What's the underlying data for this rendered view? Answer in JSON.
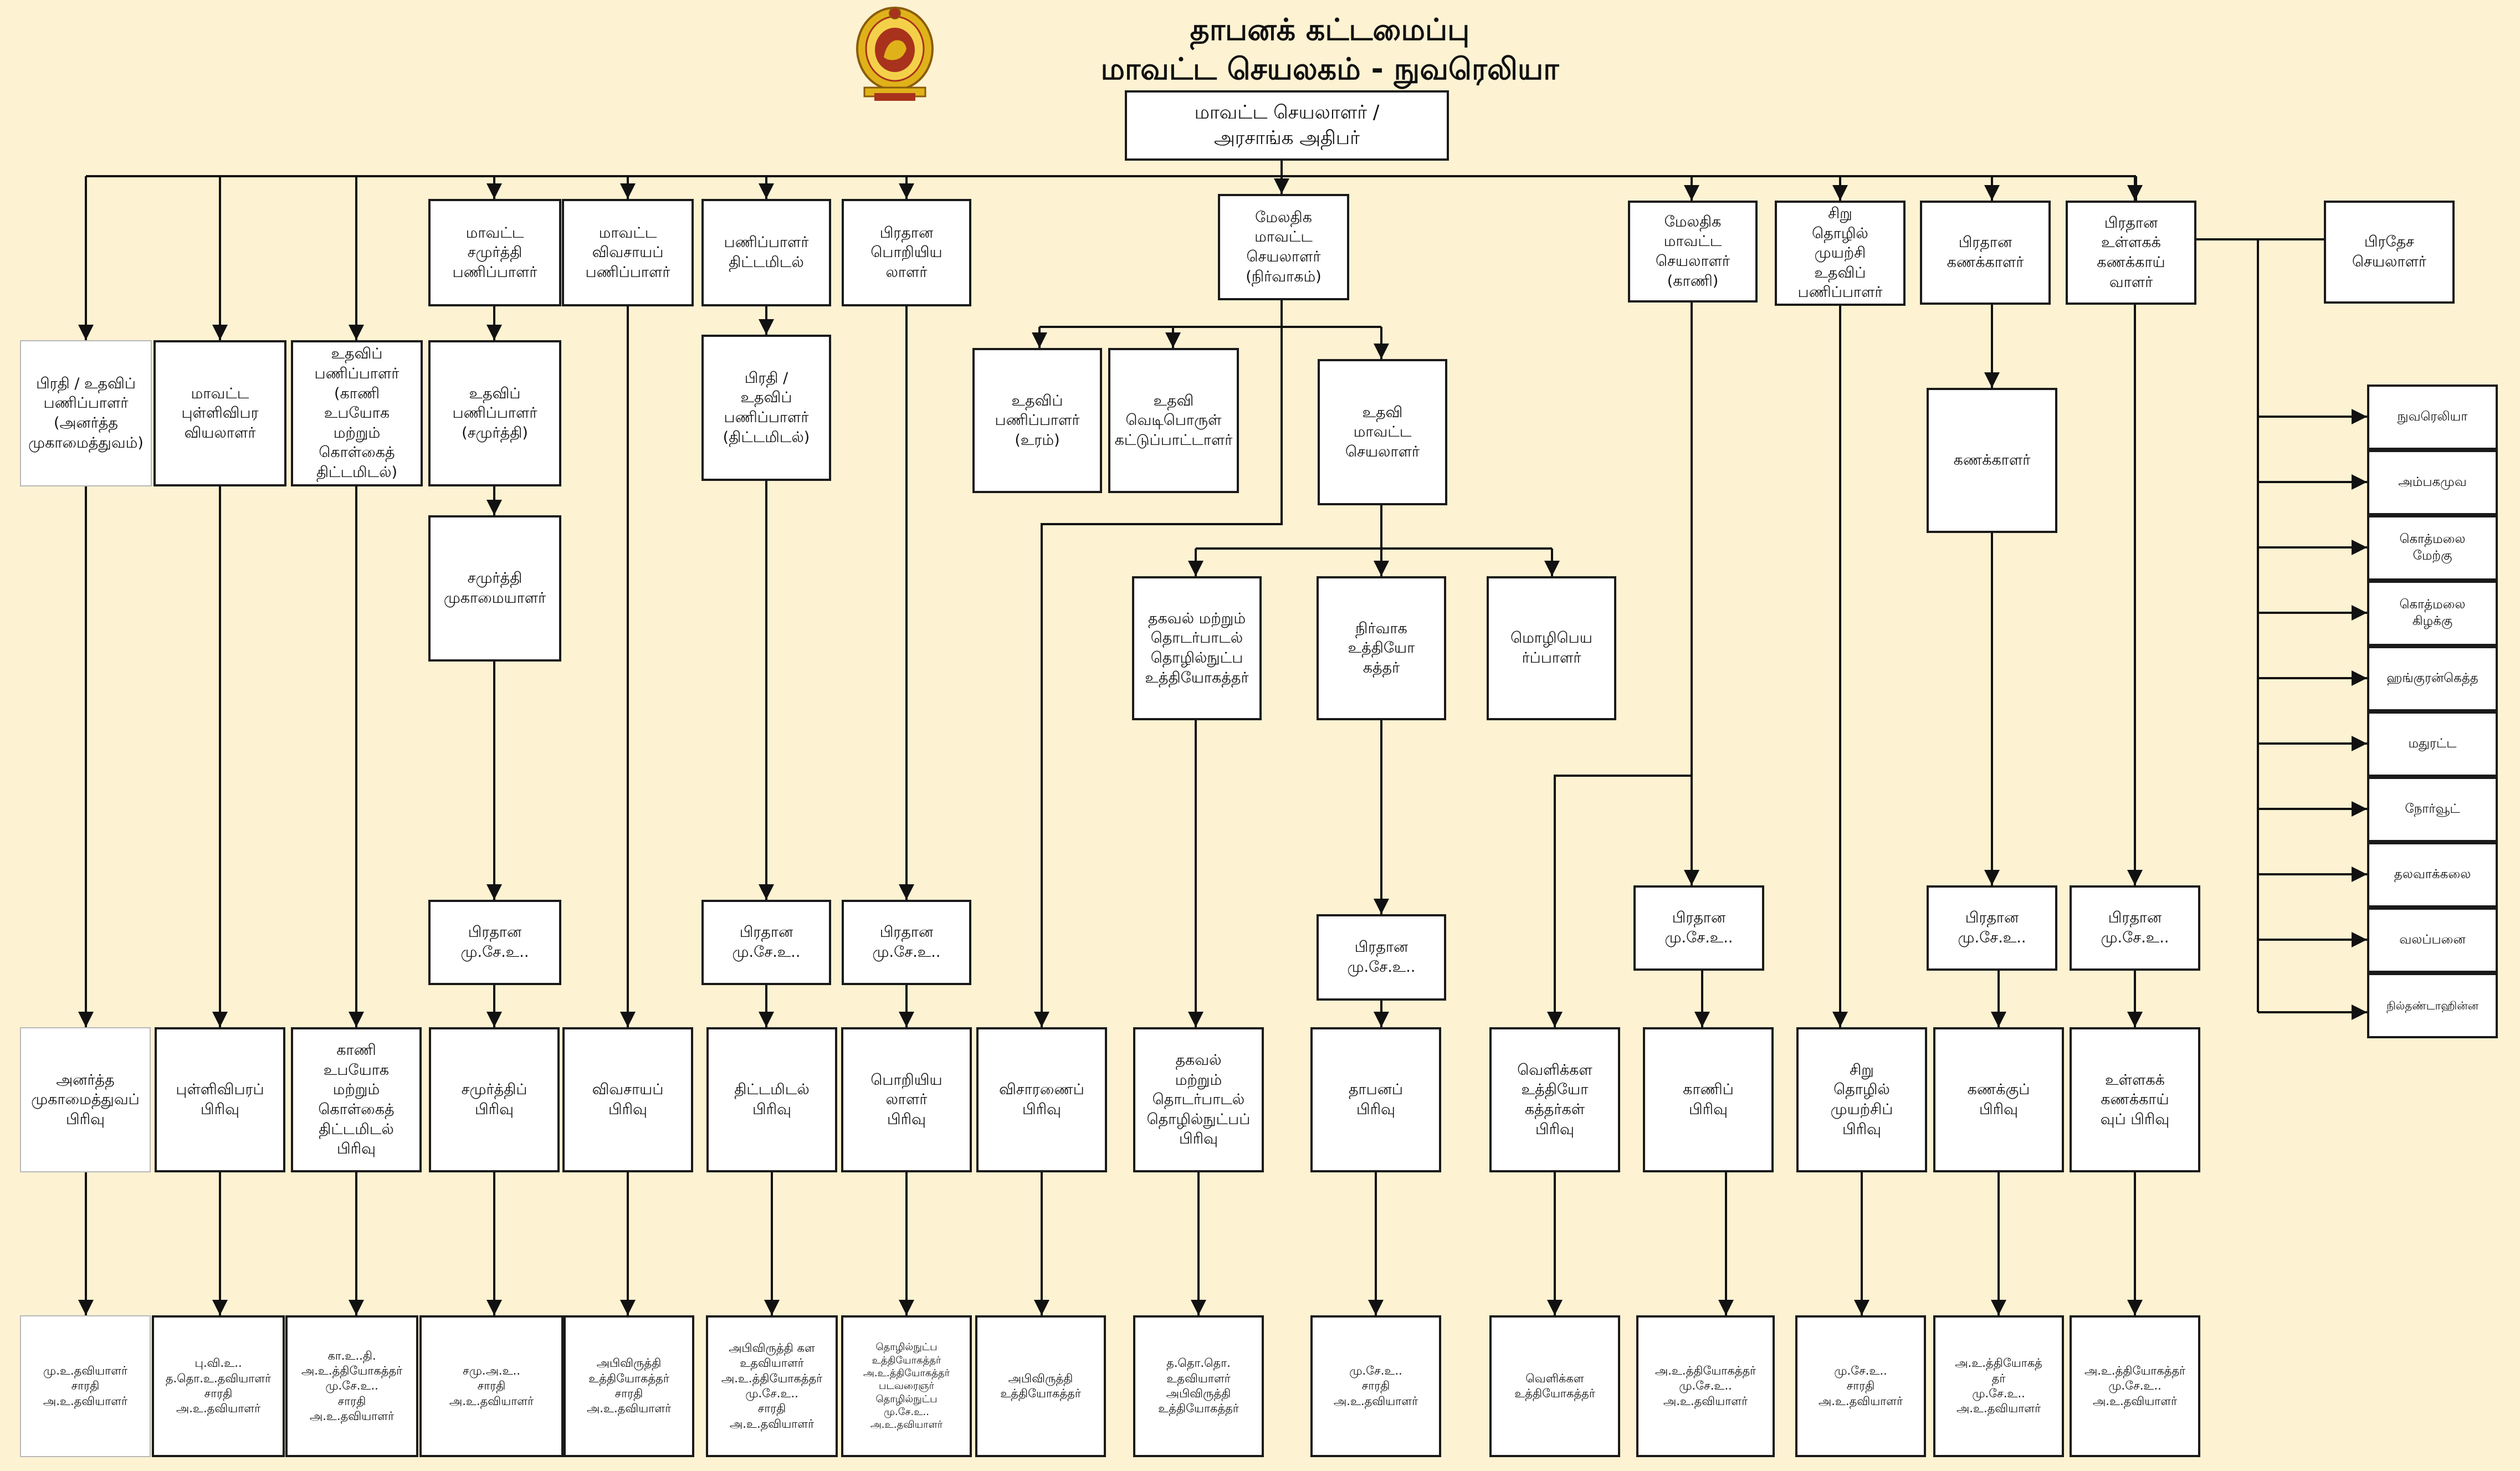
{
  "title": "தாபனக் கட்டமைப்பு\nமாவட்ட செயலகம் - நுவரெலியா",
  "ceo": "மாவட்ட செயலாளர் /\nஅரசாங்க அதிபர்",
  "colors": {
    "background": "#fdf2d2",
    "box": "#ffffff",
    "border": "#1a1a1a",
    "emblem_gold": "#e0b21a",
    "emblem_red": "#a8321c"
  },
  "icons": {
    "emblem": "sri-lanka-emblem-icon"
  },
  "divisional_secretaries": {
    "head": "பிரதேச\nசெயலாளர்",
    "items": [
      "நுவரெலியா",
      "அம்பகமுவ",
      "கொத்மலை\nமேற்கு",
      "கொத்மலை\nகிழக்கு",
      "ஹங்குரன்கெத்த",
      "மதுரட்ட",
      "நோர்வூட்",
      "தலவாக்கலை",
      "வலப்பனை",
      "நில்தண்டாஹின்ன"
    ]
  },
  "boxes": {
    "b1": "பிரதி / உதவிப்\nபணிப்பாளர்\n(அனர்த்த\nமுகாமைத்துவம்)",
    "b2": "மாவட்ட\nபுள்ளிவிபர\nவியலாளர்",
    "b3": "உதவிப்\nபணிப்பாளர்\n(காணி\nஉபயோக\nமற்றும்\nகொள்கைத்\nதிட்டமிடல்)",
    "b4": "மாவட்ட\nசமுர்த்தி\nபணிப்பாளர்",
    "b4a": "உதவிப்\nபணிப்பாளர்\n(சமுர்த்தி)",
    "b4b": "சமுர்த்தி\nமுகாமையாளர்",
    "b4c": "பிரதான\nமு.சே.உ..",
    "b5": "மாவட்ட\nவிவசாயப்\nபணிப்பாளர்",
    "b6": "பணிப்பாளர்\nதிட்டமிடல்",
    "b6a": "பிரதி /\nஉதவிப்\nபணிப்பாளர்\n(திட்டமிடல்)",
    "b6b": "பிரதான\nமு.சே.உ..",
    "b7": "பிரதான\nபொறியிய\nலாளர்",
    "b7a": "பிரதான\nமு.சே.உ..",
    "b8": "மேலதிக\nமாவட்ட\nசெயலாளர்\n(நிர்வாகம்)",
    "b8a": "உதவிப்\nபணிப்பாளர்\n(உரம்)",
    "b8b": "உதவி\nவெடிபொருள்\nகட்டுப்பாட்டாளர்",
    "b8c": "உதவி\nமாவட்ட\nசெயலாளர்",
    "b8c1": "தகவல் மற்றும்\nதொடர்பாடல்\nதொழில்நுட்ப\nஉத்தியோகத்தர்",
    "b8c2": "நிர்வாக\nஉத்தியோ\nகத்தர்",
    "b8c3": "மொழிபெய\nர்ப்பாளர்",
    "b8c2a": "பிரதான\nமு.சே.உ..",
    "b9": "மேலதிக\nமாவட்ட\nசெயலாளர்\n(காணி)",
    "b9a": "பிரதான\nமு.சே.உ..",
    "b10": "சிறு\nதொழில்\nமுயற்சி\nஉதவிப்\nபணிப்பாளர்",
    "b11": "பிரதான\nகணக்காளர்",
    "b11a": "கணக்காளர்",
    "b11b": "பிரதான\nமு.சே.உ..",
    "b12": "பிரதான\nஉள்ளகக்\nகணக்காய்\nவாளர்",
    "b12a": "பிரதான\nமு.சே.உ.."
  },
  "divisions": [
    "அனர்த்த\nமுகாமைத்துவப்\nபிரிவு",
    "புள்ளிவிபரப்\nபிரிவு",
    "காணி\nஉபயோக\nமற்றும்\nகொள்கைத்\nதிட்டமிடல்\nபிரிவு",
    "சமுர்த்திப்\nபிரிவு",
    "விவசாயப்\nபிரிவு",
    "திட்டமிடல்\nபிரிவு",
    "பொறியிய\nலாளர்\nபிரிவு",
    "விசாரணைப்\nபிரிவு",
    "தகவல்\nமற்றும்\nதொடர்பாடல்\nதொழில்நுட்பப்\nபிரிவு",
    "தாபனப்\nபிரிவு",
    "வெளிக்கள\nஉத்தியோ\nகத்தர்கள்\nபிரிவு",
    "காணிப்\nபிரிவு",
    "சிறு\nதொழில்\nமுயற்சிப்\nபிரிவு",
    "கணக்குப்\nபிரிவு",
    "உள்ளகக்\nகணக்காய்\nவுப் பிரிவு"
  ],
  "staff": [
    "மு.உ.தவியாளர்\nசாரதி\nஅ.உ.தவியாளர்",
    "பு.வி.உ..\nத.தொ.உ.தவியாளர்\nசாரதி\nஅ.உ.தவியாளர்",
    "கா.உ..தி.\nஅ.உ.த்தியோகத்தர்\nமு.சே.உ..\nசாரதி\nஅ.உ.தவியாளர்",
    "சமு.அ.உ..\nசாரதி\nஅ.உ.தவியாளர்",
    "அபிவிருத்தி\nஉத்தியோகத்தர்\nசாரதி\nஅ.உ.தவியாளர்",
    "அபிவிருத்தி கள\nஉதவியாளர்\nஅ.உ.த்தியோகத்தர்\nமு.சே.உ..\nசாரதி\nஅ.உ.தவியாளர்",
    "தொழில்நுட்ப\nஉத்தியோகத்தர்\nஅ.உ.த்தியோகத்தர்\nபடவரைஞர்\nதொழில்நுட்ப\nமு.சே.உ..\nஅ.உ.தவியாளர்",
    "அபிவிருத்தி\nஉத்தியோகத்தர்",
    "த.தொ.தொ.\nஉதவியாளர்\nஅபிவிருத்தி\nஉத்தியோகத்தர்",
    "மு.சே.உ..\nசாரதி\nஅ.உ.தவியாளர்",
    "வெளிக்கள\nஉத்தியோகத்தர்",
    "அ.உ.த்தியோகத்தர்\nமு.சே.உ..\nஅ.உ.தவியாளர்",
    "மு.சே.உ..\nசாரதி\nஅ.உ.தவியாளர்",
    "அ.உ.த்தியோகத்\nதர்\nமு.சே.உ..\nஅ.உ.தவியாளர்",
    "அ.உ.த்தியோகத்தர்\nமு.சே.உ..\nஅ.உ.தவியாளர்"
  ]
}
